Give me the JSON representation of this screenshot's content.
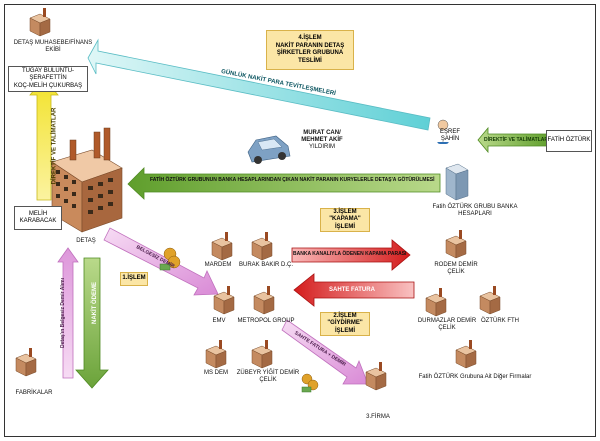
{
  "top_left": {
    "building_label": "DETAŞ MUHASEBE/FİNANS EKİBİ",
    "box_line1": "TUGAY BULUNTU-ŞERAFETTİN",
    "box_line2": "KOÇ-MELİH ÇUKURBAŞ"
  },
  "step4": {
    "line1": "4.İŞLEM",
    "line2": "NAKİT PARANIN DETAŞ",
    "line3": "ŞİRKETLER GRUBUNA TESLİMİ"
  },
  "arrow_daily": "GÜNLÜK NAKİT PARA TEVİTLEŞMELERİ",
  "esref": "EŞREF ŞAHİN",
  "fatih_box": "FATİH ÖZTÜRK",
  "arrow_directive_right": "DİREKTİF VE TALİMATLAR",
  "arrow_directive_left": "DİREKTİF VE TALİMATLAR",
  "couriers": {
    "line1": "MURAT CAN/",
    "line2": "MEHMET AKİF",
    "line3": "YILDIRIM"
  },
  "arrow_cash": "FATİH ÖZTÜRK GRUBUNUN BANKA HESAPLARINDAN ÇIKAN NAKİT PARANIN KURYELERLE DETAŞ'A GÖTÜRÜLMESİ",
  "bank_accounts": "Fatih ÖZTÜRK GRUBU BANKA HESAPLARI",
  "melih": {
    "line1": "MELİH",
    "line2": "KARABACAK"
  },
  "detas": "DETAŞ",
  "step1": "1.İŞLEM",
  "arrow_belgesiz": "BELGESİZ DEMİR",
  "step3": {
    "line1": "3.İŞLEM",
    "line2": "\"KAPAMA\" İŞLEMİ"
  },
  "arrow_bank_closing": "BANKA KANALIYLA ÖDENEN KAPAMA PARASI",
  "arrow_fake_invoice": "SAHTE FATURA",
  "step2": {
    "line1": "2.İŞLEM",
    "line2": "\"GİYDİRME\" İŞLEMİ"
  },
  "arrow_fake_iron": "SAHTE FATURA + DEMİR",
  "arrow_payment": "NAKİT ÖDEME",
  "arrow_factory_iron": "Detaş'ın Belgesiz Demir Alımı",
  "factories": "FABRİKALAR",
  "companies": {
    "mardem": "MARDEM",
    "burak": "BURAK BAKIR D.Ç.",
    "emv": "EMV",
    "metropol": "METROPOL GROUP",
    "msdem": "MS DEM",
    "zubeyr": "ZÜBEYR YİĞİT DEMİR ÇELİK",
    "rodem": "RODEM DEMİR ÇELİK",
    "durmazlar": "DURMAZLAR DEMİR ÇELİK",
    "ozturk_fth": "ÖZTÜRK FTH",
    "others": "Fatih ÖZTÜRK Grubuna Ait Diğer Firmalar",
    "firma3": "3.FİRMA"
  }
}
